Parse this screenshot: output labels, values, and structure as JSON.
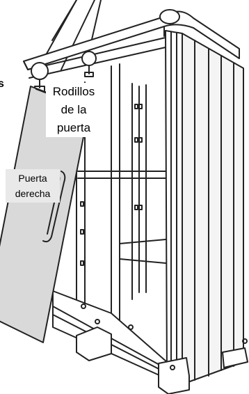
{
  "callouts": {
    "door_rollers": [
      "Rodillos",
      "de la",
      "puerta"
    ],
    "right_door": [
      "Puerta",
      "derecha"
    ]
  },
  "edge_fragment": "s",
  "colors": {
    "line": "#222222",
    "door_fill": "#d9d9d9",
    "panel_fill": "#f4f4f4",
    "background": "#ffffff"
  }
}
